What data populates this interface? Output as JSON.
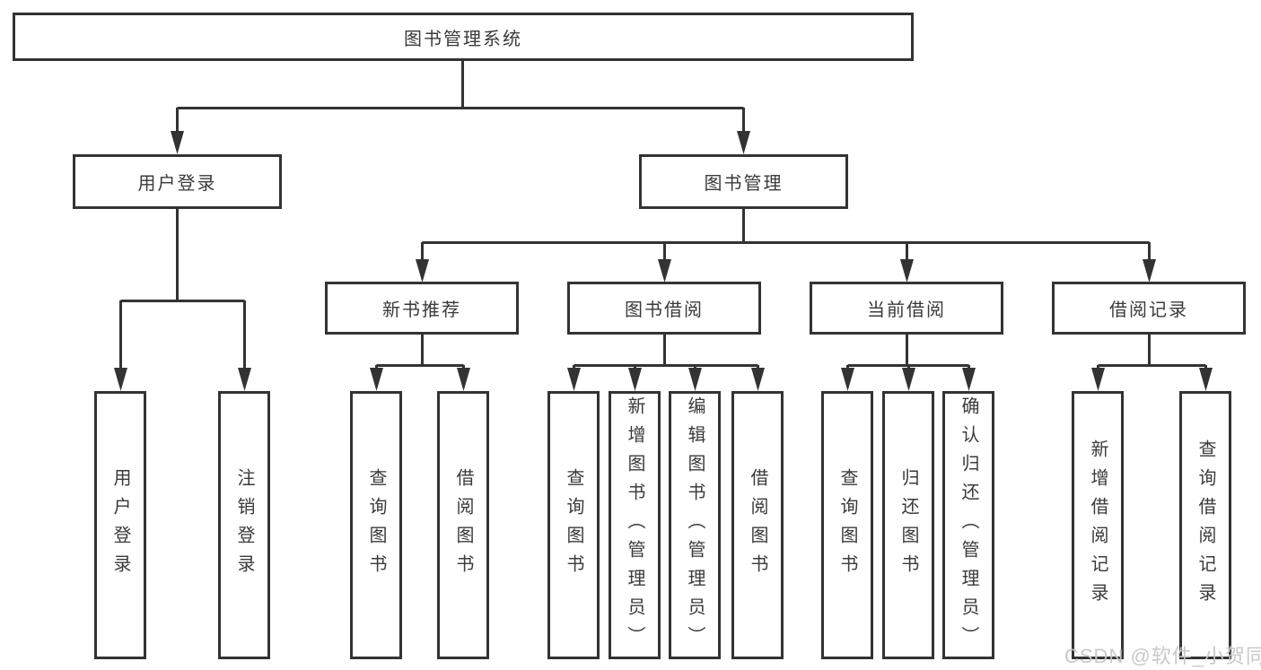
{
  "diagram": {
    "root_label": "图书管理系统",
    "level2": {
      "user_login": "用户登录",
      "book_mgmt": "图书管理"
    },
    "level3": {
      "new_book_rec": "新书推荐",
      "book_borrow": "图书借阅",
      "current_borrow": "当前借阅",
      "borrow_record": "借阅记录"
    },
    "leaves": {
      "user_login": [
        "用户登录",
        "注销登录"
      ],
      "new_book_rec": [
        "查询图书",
        "借阅图书"
      ],
      "book_borrow": [
        "查询图书",
        "新增图书（管理员）",
        "编辑图书（管理员）",
        "借阅图书"
      ],
      "current_borrow": [
        "查询图书",
        "归还图书",
        "确认归还（管理员）"
      ],
      "borrow_record": [
        "新增借阅记录",
        "查询借阅记录"
      ]
    }
  },
  "watermark": "CSDN @软件_小贺同学",
  "colors": {
    "line": "#333333",
    "text": "#3a3a3a",
    "watermark": "#c6c6c6",
    "background": "#ffffff"
  }
}
